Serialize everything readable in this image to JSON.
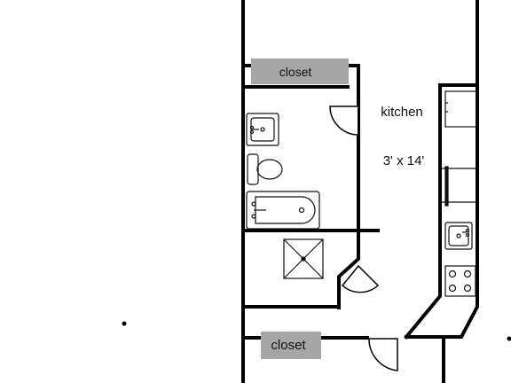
{
  "floorplan": {
    "closet_top": "closet",
    "closet_bottom": "closet",
    "kitchen_label": "kitchen",
    "kitchen_dims": "3' x 14'"
  },
  "colors": {
    "wall": "#000000",
    "closet_fill": "#a6a6a6",
    "fixture_stroke": "#111111",
    "background": "#ffffff"
  }
}
